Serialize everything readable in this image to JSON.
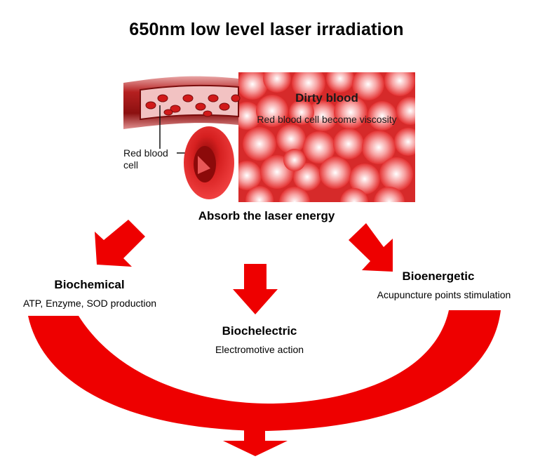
{
  "title": "650nm low level laser irradiation",
  "center_label": "Absorb the laser energy",
  "dirty_blood": {
    "title": "Dirty blood",
    "subtitle": "Red blood cell become viscosity"
  },
  "vessel_figure": {
    "label_line1": "Red blood",
    "label_line2": "cell"
  },
  "branches": {
    "biochemical": {
      "title": "Biochemical",
      "description": "ATP, Enzyme, SOD production"
    },
    "biochelectric": {
      "title": "Biochelectric",
      "description": "Electromotive action"
    },
    "bioenergetic": {
      "title": "Bioenergetic",
      "description": "Acupuncture points stimulation"
    }
  },
  "colors": {
    "arrow_red": "#ee0000",
    "blood_pink": "#f4a0a0",
    "blood_red": "#c81414",
    "vessel_dark": "#6e0b0b"
  },
  "icons": [
    "blood-vessel-illustration",
    "red-blood-cell-icon",
    "dirty-blood-texture",
    "arrow-left-down-icon",
    "arrow-down-icon",
    "arrow-right-down-icon",
    "curved-arc-arrow-icon"
  ]
}
